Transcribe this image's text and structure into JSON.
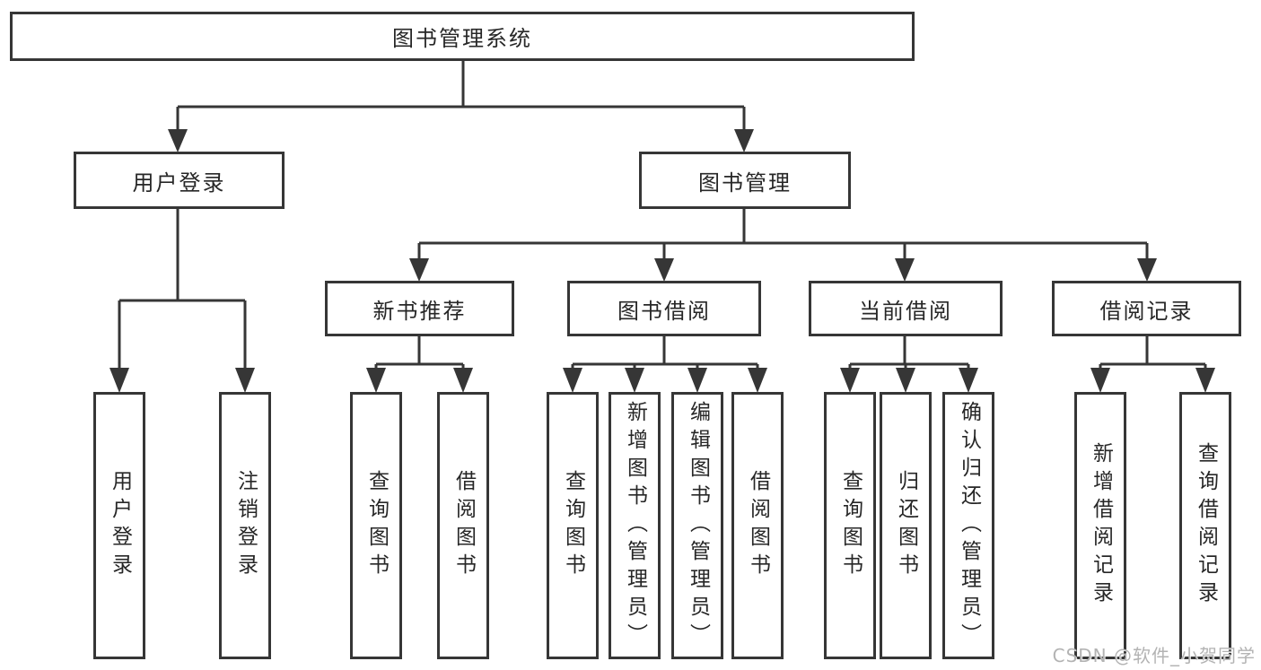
{
  "tree": {
    "root": {
      "label": "图书管理系统"
    },
    "children": [
      {
        "label": "用户登录",
        "children": [
          {
            "label": "用户登录"
          },
          {
            "label": "注销登录"
          }
        ]
      },
      {
        "label": "图书管理",
        "children": [
          {
            "label": "新书推荐",
            "children": [
              {
                "label": "查询图书"
              },
              {
                "label": "借阅图书"
              }
            ]
          },
          {
            "label": "图书借阅",
            "children": [
              {
                "label": "查询图书"
              },
              {
                "label": "新增图书（管理员）"
              },
              {
                "label": "编辑图书（管理员）"
              },
              {
                "label": "借阅图书"
              }
            ]
          },
          {
            "label": "当前借阅",
            "children": [
              {
                "label": "查询图书"
              },
              {
                "label": "归还图书"
              },
              {
                "label": "确认归还（管理员）"
              }
            ]
          },
          {
            "label": "借阅记录",
            "children": [
              {
                "label": "新增借阅记录"
              },
              {
                "label": "查询借阅记录"
              }
            ]
          }
        ]
      }
    ]
  },
  "colors": {
    "line": "#363636",
    "text": "#272727",
    "watermark": "#b3b3b3"
  },
  "watermark": {
    "text": "CSDN @软件_小贺同学"
  }
}
